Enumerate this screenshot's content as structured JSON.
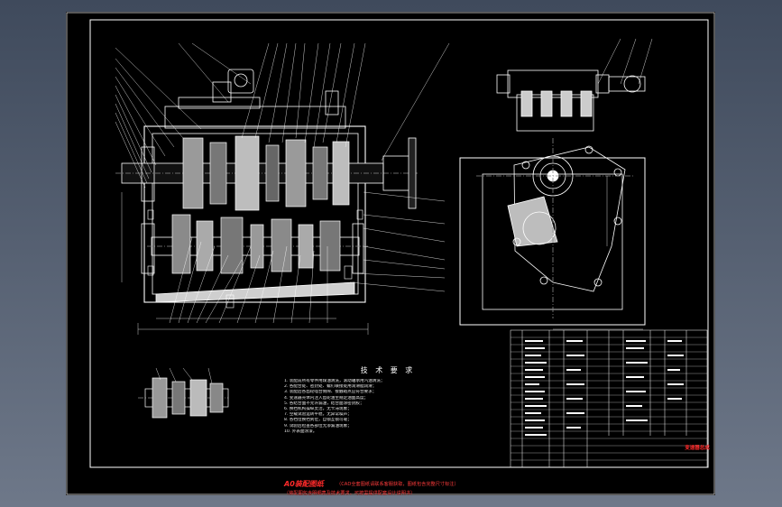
{
  "drawing": {
    "tech_requirements_title": "技 术 要 求",
    "tech_requirements": [
      "1. 装配前所有零件用煤油清洗，滚动轴承用汽油清洗；",
      "2. 各配合处、密封处、螺钉联接处用润滑脂润滑；",
      "3. 装配后各齿轮啮合侧隙、接触斑点应符合要求；",
      "4. 变速器壳体内注入齿轮油至规定油面高度；",
      "5. 各结合面不允许漏油，结合面涂密封胶；",
      "6. 换挡机构操纵灵活，无卡滞现象；",
      "7. 空载试验运转平稳，无异常噪声；",
      "8. 各挡位换挡到位，自锁互锁可靠；",
      "9. 试验后检查各部位无渗漏油现象；",
      "10. 外表面涂漆。"
    ],
    "footer_heading": "A0装配图纸",
    "footer_note_line1": "（CAD全套图纸请联系客服获取，图纸包含完整尺寸标注）",
    "footer_note_line2": "（装配图包含明细表及技术要求，可按需提供配套设计说明书）",
    "title_block_stamp": "变速器总成"
  }
}
